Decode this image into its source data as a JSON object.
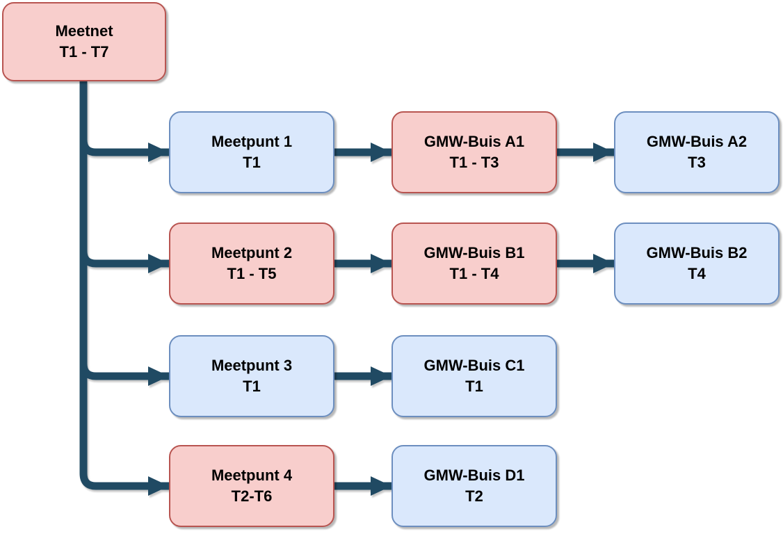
{
  "diagram": {
    "type": "tree-flowchart",
    "background": "#ffffff",
    "colors": {
      "pink_fill": "#f8cecc",
      "pink_border": "#b85450",
      "blue_fill": "#dae8fc",
      "blue_border": "#6c8ebf",
      "connector": "#204a63",
      "text": "#000000"
    },
    "nodes": {
      "meetnet": {
        "line1": "Meetnet",
        "line2": "T1 - T7",
        "style": "pink"
      },
      "meetpunt1": {
        "line1": "Meetpunt 1",
        "line2": "T1",
        "style": "blue"
      },
      "gmw_a1": {
        "line1": "GMW-Buis A1",
        "line2": "T1 - T3",
        "style": "pink"
      },
      "gmw_a2": {
        "line1": "GMW-Buis A2",
        "line2": "T3",
        "style": "blue"
      },
      "meetpunt2": {
        "line1": "Meetpunt 2",
        "line2": "T1 - T5",
        "style": "pink"
      },
      "gmw_b1": {
        "line1": "GMW-Buis B1",
        "line2": "T1 - T4",
        "style": "pink"
      },
      "gmw_b2": {
        "line1": "GMW-Buis B2",
        "line2": "T4",
        "style": "blue"
      },
      "meetpunt3": {
        "line1": "Meetpunt 3",
        "line2": "T1",
        "style": "blue"
      },
      "gmw_c1": {
        "line1": "GMW-Buis C1",
        "line2": "T1",
        "style": "blue"
      },
      "meetpunt4": {
        "line1": "Meetpunt 4",
        "line2": "T2-T6",
        "style": "pink"
      },
      "gmw_d1": {
        "line1": "GMW-Buis D1",
        "line2": "T2",
        "style": "blue"
      }
    },
    "edges": [
      {
        "from": "meetnet",
        "to": "meetpunt1"
      },
      {
        "from": "meetnet",
        "to": "meetpunt2"
      },
      {
        "from": "meetnet",
        "to": "meetpunt3"
      },
      {
        "from": "meetnet",
        "to": "meetpunt4"
      },
      {
        "from": "meetpunt1",
        "to": "gmw_a1"
      },
      {
        "from": "gmw_a1",
        "to": "gmw_a2"
      },
      {
        "from": "meetpunt2",
        "to": "gmw_b1"
      },
      {
        "from": "gmw_b1",
        "to": "gmw_b2"
      },
      {
        "from": "meetpunt3",
        "to": "gmw_c1"
      },
      {
        "from": "meetpunt4",
        "to": "gmw_d1"
      }
    ]
  }
}
